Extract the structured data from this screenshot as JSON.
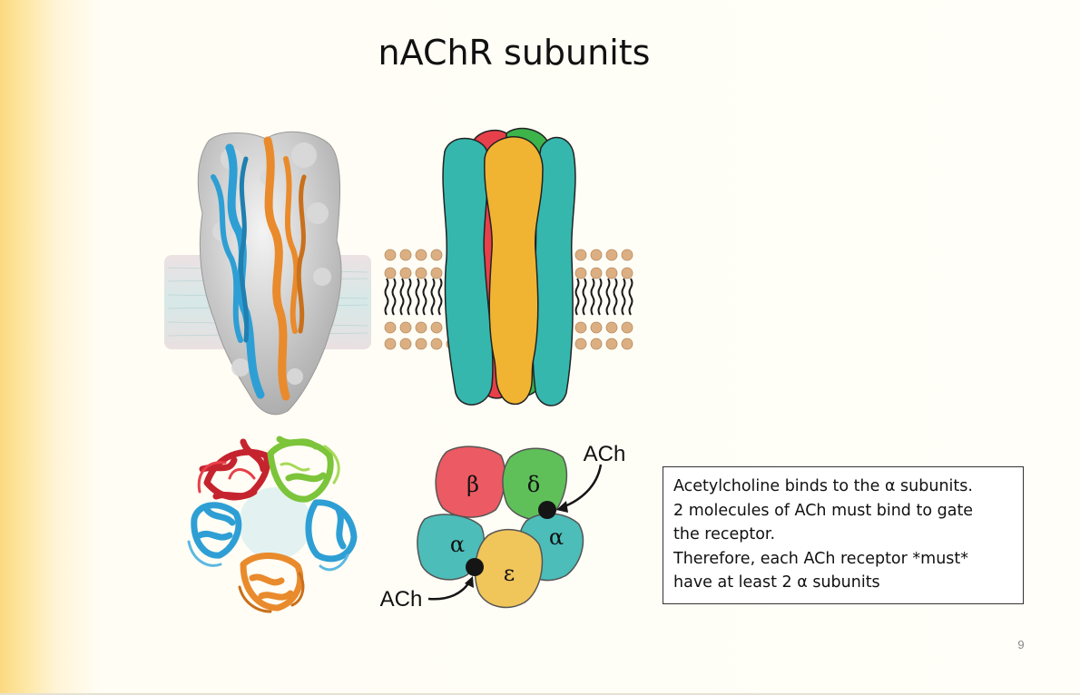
{
  "slide": {
    "title": "nAChR subunits",
    "page_number": "9"
  },
  "subunit_diagram": {
    "labels": {
      "beta": "β",
      "delta": "δ",
      "alpha_left": "α",
      "alpha_right": "α",
      "epsilon": "ε"
    },
    "ach_label_top": "ACh",
    "ach_label_bottom": "ACh"
  },
  "note": {
    "lines": [
      "Acetylcholine binds to the α subunits.",
      "2 molecules of ACh must bind to gate",
      "the receptor.",
      "Therefore, each ACh receptor *must*",
      "have at least 2 α subunits"
    ]
  },
  "colors": {
    "teal": "#35b7ae",
    "orange": "#f0b432",
    "red": "#e8404a",
    "green": "#3cb44a",
    "lipid_head": "#dcaf82",
    "beta_red": "#ec5a63",
    "delta_green": "#5fc05a",
    "alpha_teal": "#4cbdb9",
    "epsilon_yellow": "#f0c55a",
    "ribbon_blue": "#2e9fd4",
    "ribbon_orange": "#e98a2c"
  }
}
